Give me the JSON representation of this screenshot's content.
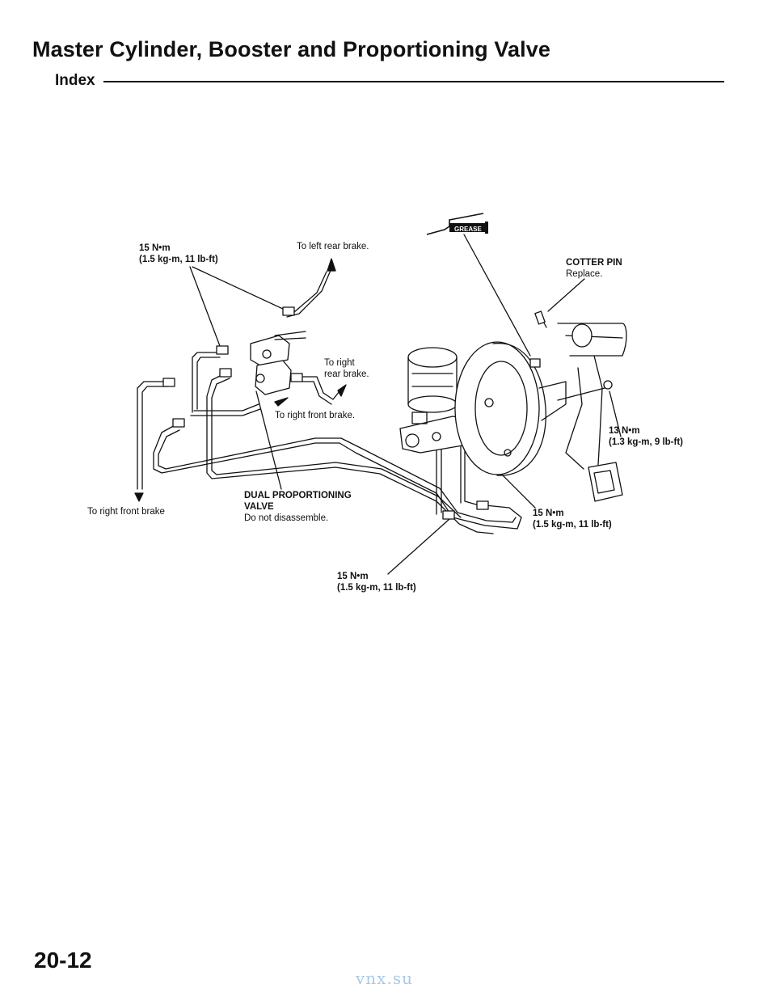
{
  "header": {
    "title": "Master Cylinder, Booster and Proportioning Valve",
    "subtitle": "Index"
  },
  "labels": {
    "torque_top_left_1": "15 N•m",
    "torque_top_left_2": "(1.5 kg-m, 11 lb-ft)",
    "left_rear": "To left rear brake.",
    "right_rear_1": "To right",
    "right_rear_2": "rear brake.",
    "right_front_a": "To right front brake.",
    "right_front_b": "To right front brake",
    "cotter_pin_1": "COTTER PIN",
    "cotter_pin_2": "Replace.",
    "torque_13_1": "13 N•m",
    "torque_13_2": "(1.3 kg-m, 9 lb-ft)",
    "torque_mid_right_1": "15 N•m",
    "torque_mid_right_2": "(1.5 kg-m, 11 lb-ft)",
    "torque_bottom_1": "15 N•m",
    "torque_bottom_2": "(1.5 kg-m, 11 lb-ft)",
    "valve_1": "DUAL PROPORTIONING",
    "valve_2": "VALVE",
    "valve_3": "Do not disassemble.",
    "grease": "GREASE"
  },
  "footer": {
    "page_number": "20-12",
    "watermark": "vnx.su"
  }
}
